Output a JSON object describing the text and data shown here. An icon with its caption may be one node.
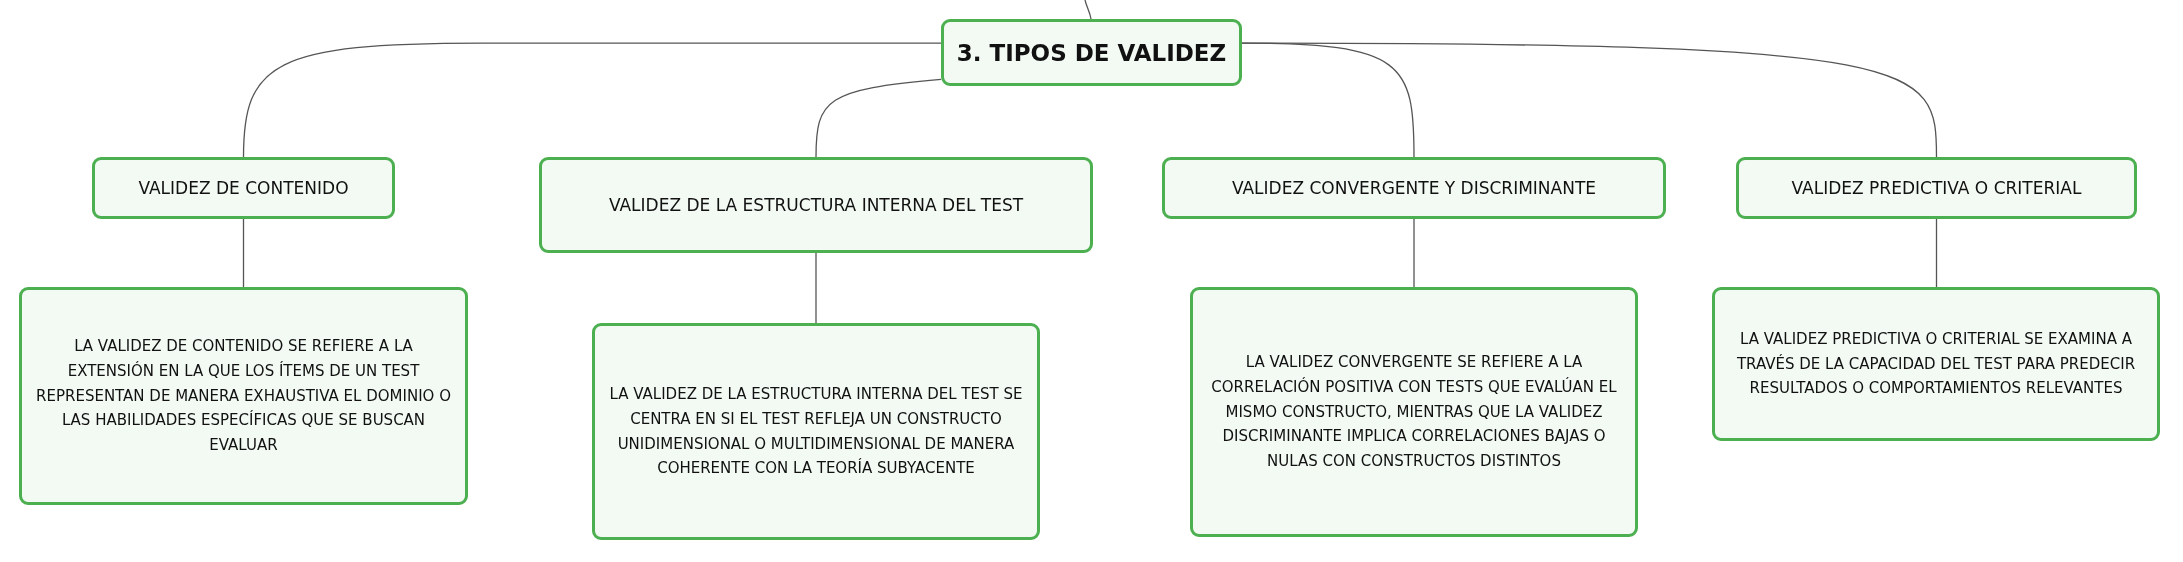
{
  "diagram": {
    "nodes": [
      {
        "text": [
          "3. TIPOS DE VALIDEZ"
        ]
      },
      {
        "text": [
          "VALIDEZ DE CONTENIDO"
        ]
      },
      {
        "text": [
          "VALIDEZ DE LA ESTRUCTURA INTERNA DEL TEST"
        ]
      },
      {
        "text": [
          "VALIDEZ CONVERGENTE Y DISCRIMINANTE"
        ]
      },
      {
        "text": [
          "VALIDEZ PREDICTIVA O CRITERIAL"
        ]
      },
      {
        "text": [
          "LA VALIDEZ DE CONTENIDO SE REFIERE A LA EXTENSIÓN EN LA QUE LOS ÍTEMS DE UN TEST REPRESENTAN DE MANERA EXHAUSTIVA EL DOMINIO O LAS HABILIDADES ESPECÍFICAS QUE SE BUSCAN EVALUAR"
        ]
      },
      {
        "text": [
          "LA VALIDEZ DE LA ESTRUCTURA INTERNA DEL TEST SE CENTRA EN SI EL TEST REFLEJA UN CONSTRUCTO UNIDIMENSIONAL O MULTIDIMENSIONAL DE MANERA COHERENTE CON LA TEORÍA SUBYACENTE"
        ]
      },
      {
        "text": [
          "LA VALIDEZ CONVERGENTE SE REFIERE A LA CORRELACIÓN POSITIVA CON TESTS QUE EVALÚAN EL MISMO CONSTRUCTO, MIENTRAS QUE LA VALIDEZ DISCRIMINANTE IMPLICA CORRELACIONES BAJAS O NULAS CON CONSTRUCTOS DISTINTOS"
        ]
      },
      {
        "text": [
          "LA VALIDEZ PREDICTIVA O CRITERIAL SE EXAMINA A TRAVÉS DE LA CAPACIDAD DEL TEST PARA PREDECIR RESULTADOS O COMPORTAMIENTOS RELEVANTES"
        ]
      }
    ],
    "edges": [
      {
        "from": null,
        "to": 0,
        "arrow": "none"
      },
      {
        "from": 0,
        "to": 1,
        "arrow": "none"
      },
      {
        "from": 0,
        "to": 2,
        "arrow": "none"
      },
      {
        "from": 0,
        "to": 3,
        "arrow": "none"
      },
      {
        "from": 0,
        "to": 4,
        "arrow": "none"
      },
      {
        "from": 1,
        "to": 5,
        "arrow": "none"
      },
      {
        "from": 2,
        "to": 6,
        "arrow": "none"
      },
      {
        "from": 3,
        "to": 7,
        "arrow": "none"
      },
      {
        "from": 4,
        "to": 8,
        "arrow": "none"
      }
    ]
  }
}
